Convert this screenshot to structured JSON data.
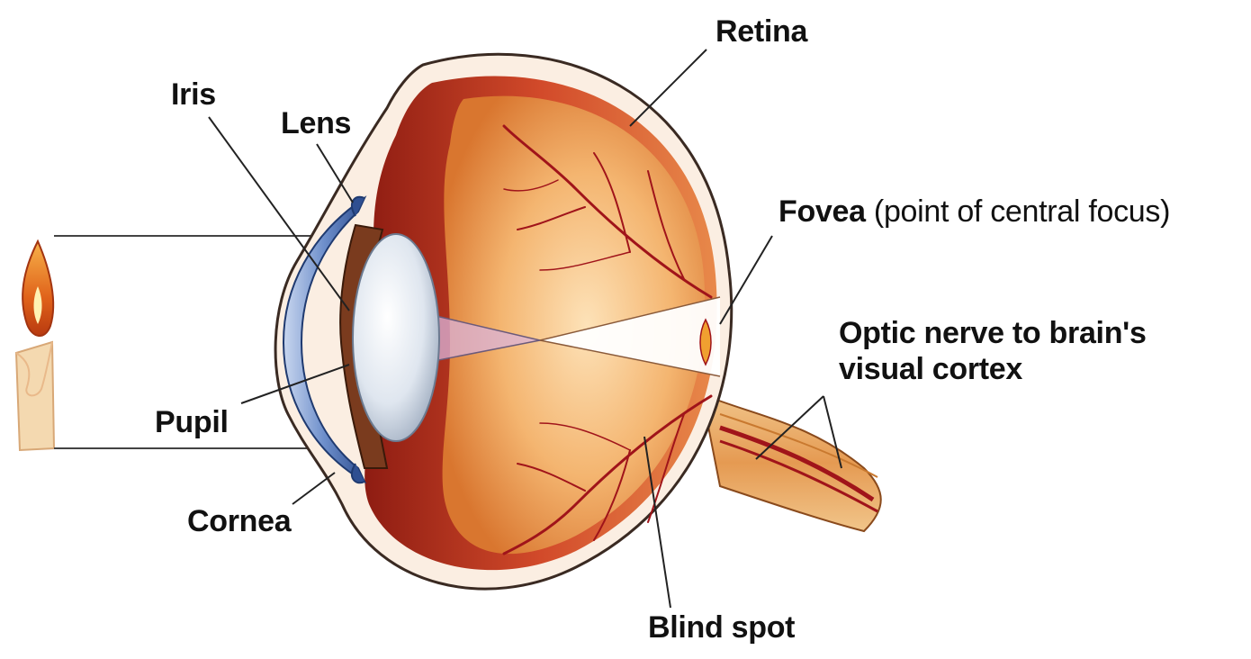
{
  "diagram": {
    "labels": {
      "retina": "Retina",
      "iris": "Iris",
      "lens": "Lens",
      "fovea": "Fovea",
      "fovea_note": "(point of central focus)",
      "optic_line1": "Optic nerve to brain's",
      "optic_line2": "visual cortex",
      "pupil": "Pupil",
      "cornea": "Cornea",
      "blind_spot": "Blind spot"
    },
    "colors": {
      "sclera": "#fbeee2",
      "choroid": "#c0392b",
      "interior": "#f2b46e",
      "cornea": "#5b7fc0",
      "lens": "#e8eef5",
      "vessels": "#a0141a",
      "flame": "#f08a1c",
      "candle": "#f4d9b0"
    }
  }
}
